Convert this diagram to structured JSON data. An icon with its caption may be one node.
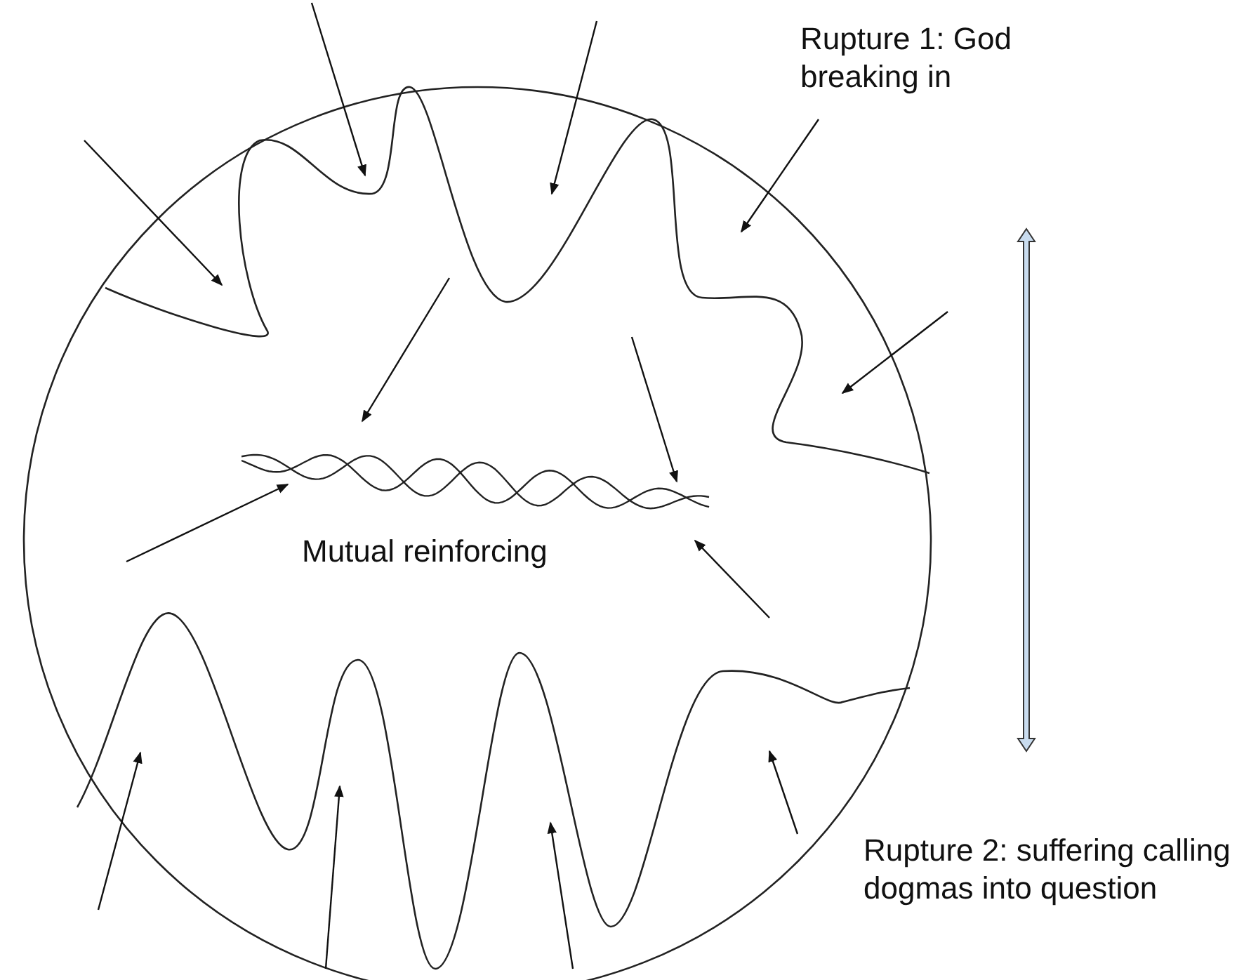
{
  "diagram": {
    "labels": [
      "Rupture 1: God breaking in",
      "Mutual reinforcing",
      "Rupture 2: suffering calling dogmas into question"
    ]
  }
}
